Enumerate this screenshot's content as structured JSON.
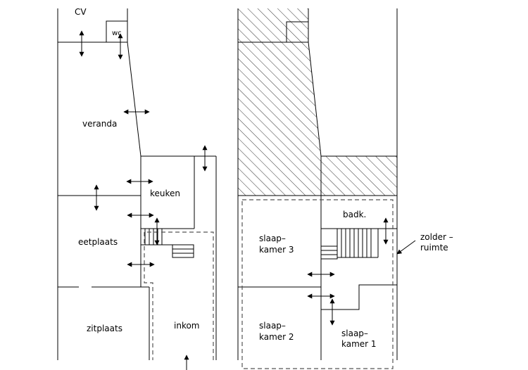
{
  "ground_floor": {
    "rooms": {
      "cv": "CV",
      "wc": "wc",
      "veranda": "veranda",
      "keuken": "keuken",
      "eetplaats": "eetplaats",
      "zitplaats": "zitplaats",
      "inkom": "inkom"
    }
  },
  "upper_floor": {
    "rooms": {
      "badk": "badk.",
      "slaapkamer3_l1": "slaap–",
      "slaapkamer3_l2": "kamer  3",
      "slaapkamer2_l1": "slaap–",
      "slaapkamer2_l2": "kamer  2",
      "slaapkamer1_l1": "slaap–",
      "slaapkamer1_l2": "kamer  1"
    },
    "zolder_l1": "zolder  –",
    "zolder_l2": "ruimte"
  },
  "colors": {
    "line": "#000000",
    "dashed_outline": "#555555",
    "background": "#ffffff"
  }
}
